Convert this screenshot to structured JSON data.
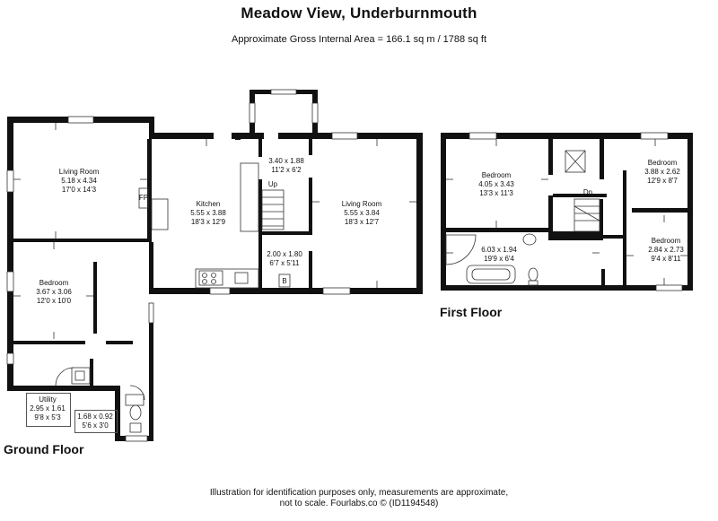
{
  "title": "Meadow View, Underburnmouth",
  "subtitle": "Approximate Gross Internal Area = 166.1 sq m / 1788 sq ft",
  "floors": {
    "ground": "Ground Floor",
    "first": "First Floor"
  },
  "ground_rooms": {
    "living_room_left": {
      "name": "Living Room",
      "metric": "5.18 x 4.34",
      "imperial": "17'0 x 14'3"
    },
    "kitchen": {
      "name": "Kitchen",
      "metric": "5.55 x 3.88",
      "imperial": "18'3 x 12'9"
    },
    "hall": {
      "metric": "3.40 x 1.88",
      "imperial": "11'2 x 6'2"
    },
    "living_room_right": {
      "name": "Living Room",
      "metric": "5.55 x 3.84",
      "imperial": "18'3 x 12'7"
    },
    "store": {
      "metric": "2.00 x 1.80",
      "imperial": "6'7 x 5'11"
    },
    "bedroom": {
      "name": "Bedroom",
      "metric": "3.67 x 3.06",
      "imperial": "12'0 x 10'0"
    },
    "utility": {
      "name": "Utility",
      "metric": "2.95 x 1.61",
      "imperial": "9'8 x 5'3"
    },
    "wc": {
      "metric": "1.68 x 0.92",
      "imperial": "5'6 x 3'0"
    },
    "fp_label": "FP",
    "up_label": "Up",
    "boiler_label": "B"
  },
  "first_rooms": {
    "bedroom_left": {
      "name": "Bedroom",
      "metric": "4.05 x 3.43",
      "imperial": "13'3 x 11'3"
    },
    "bedroom_top_right": {
      "name": "Bedroom",
      "metric": "3.88 x 2.62",
      "imperial": "12'9 x 8'7"
    },
    "bathroom": {
      "metric": "6.03 x 1.94",
      "imperial": "19'9 x 6'4"
    },
    "bedroom_bottom_right": {
      "name": "Bedroom",
      "metric": "2.84 x 2.73",
      "imperial": "9'4 x 8'11"
    },
    "dn_label": "Dn"
  },
  "footer": {
    "line1": "Illustration for identification purposes only, measurements are approximate,",
    "line2": "not to scale. Fourlabs.co © (ID1194548)"
  },
  "colors": {
    "wall": "#111111",
    "line": "#333333",
    "background": "#ffffff"
  }
}
